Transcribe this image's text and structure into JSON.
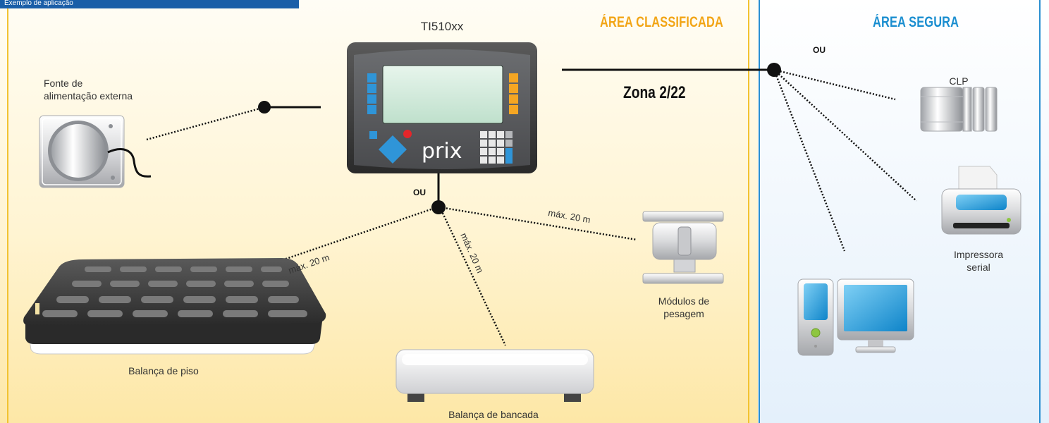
{
  "header_tab": {
    "text": "Exemplo de aplicação",
    "color": "#1a5ea8"
  },
  "areas": {
    "classified": {
      "title": "ÁREA CLASSIFICADA",
      "zone": "Zona 2/22",
      "color": "#f2a516"
    },
    "safe": {
      "title": "ÁREA SEGURA",
      "color": "#1b8ed0"
    }
  },
  "devices": {
    "indicator": {
      "name": "TI510xx",
      "brand": "prix"
    },
    "power_supply": {
      "lines": [
        "Fonte de",
        "alimentação externa"
      ]
    },
    "floor_scale": {
      "name": "Balança de piso"
    },
    "bench_scale": {
      "name": "Balança de bancada"
    },
    "weighing_modules": {
      "lines": [
        "Módulos de",
        "pesagem"
      ]
    },
    "plc": {
      "name": "CLP"
    },
    "printer": {
      "lines": [
        "Impressora",
        "serial"
      ]
    },
    "computer": {
      "icon": "desktop-computer-icon"
    }
  },
  "connectors": {
    "or_bottom": "OU",
    "or_safe": "OU",
    "max_distance": "máx. 20 m"
  }
}
